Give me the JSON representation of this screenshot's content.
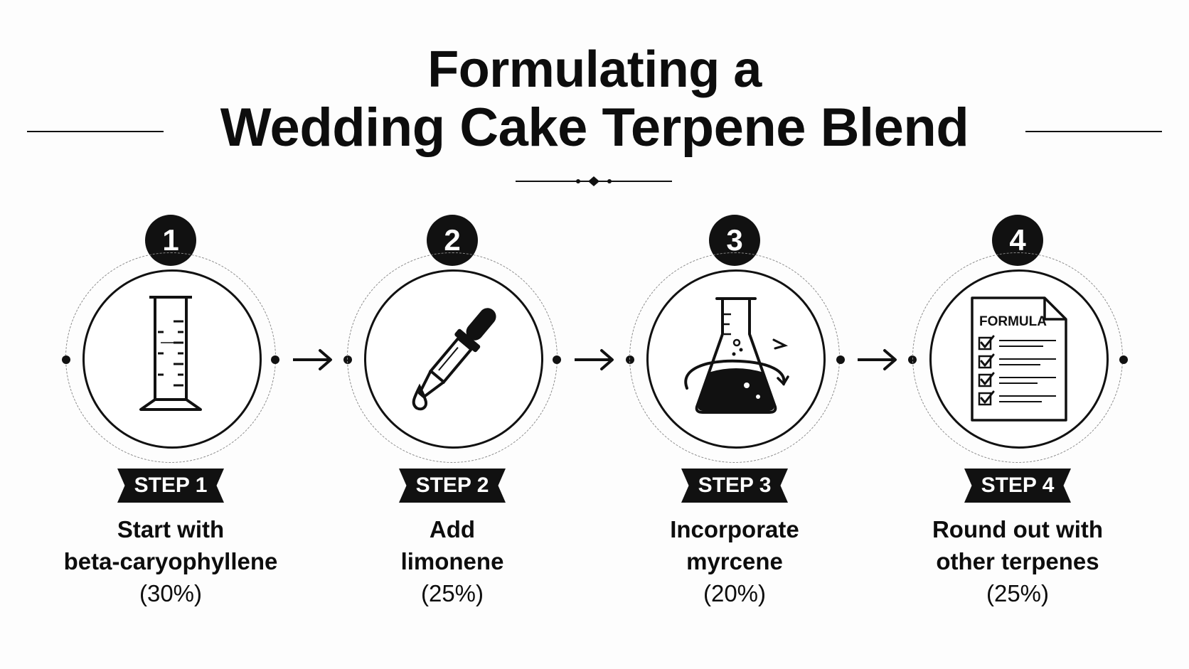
{
  "title": {
    "line1": "Formulating a",
    "line2": "Wedding Cake Terpene Blend"
  },
  "steps": [
    {
      "number": "1",
      "label": "STEP 1",
      "line1": "Start with",
      "line2": "beta-caryophyllene",
      "percent": "(30%)",
      "icon": "graduated-cylinder-icon"
    },
    {
      "number": "2",
      "label": "STEP 2",
      "line1": "Add",
      "line2": "limonene",
      "percent": "(25%)",
      "icon": "dropper-icon"
    },
    {
      "number": "3",
      "label": "STEP 3",
      "line1": "Incorporate",
      "line2": "myrcene",
      "percent": "(20%)",
      "icon": "flask-icon"
    },
    {
      "number": "4",
      "label": "STEP 4",
      "line1": "Round out with",
      "line2": "other terpenes",
      "percent": "(25%)",
      "icon": "formula-checklist-icon"
    }
  ],
  "formula_doc": {
    "heading": "FORMULA"
  }
}
